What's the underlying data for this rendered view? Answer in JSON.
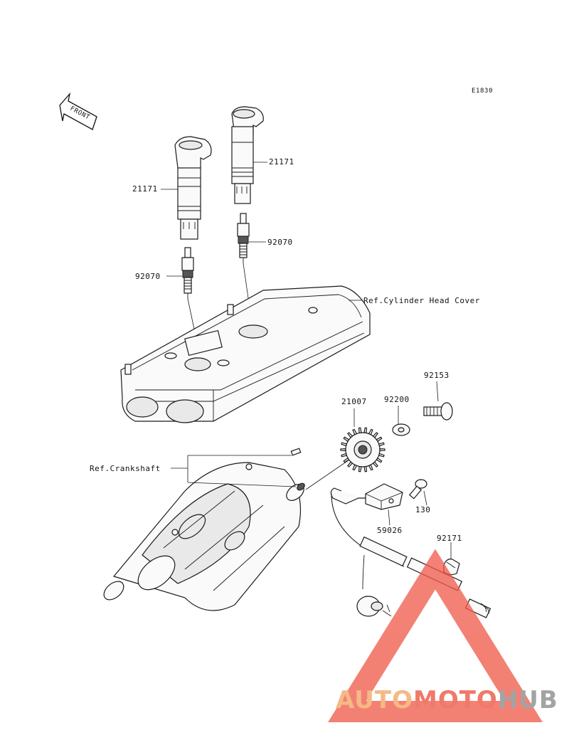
{
  "diagram": {
    "code": "E1830",
    "front_label": "FRONT",
    "parts": {
      "coil_right": "21171",
      "coil_left": "21171",
      "plug_right": "92070",
      "plug_left": "92070",
      "rotor": "21007",
      "washer": "92200",
      "bolt_rotor": "92153",
      "bolt_sensor": "130",
      "sensor": "59026",
      "clamp": "92171"
    },
    "references": {
      "head_cover": "Ref.Cylinder Head Cover",
      "crankshaft": "Ref.Crankshaft"
    }
  },
  "watermark": {
    "auto": "AUTO",
    "moto": "MOTO",
    "hub": "HUB",
    "colors": {
      "auto": "#f5b27a",
      "moto": "#ef6b5a",
      "hub": "#9a9a9a",
      "triangle": "#ef5a4a"
    }
  }
}
